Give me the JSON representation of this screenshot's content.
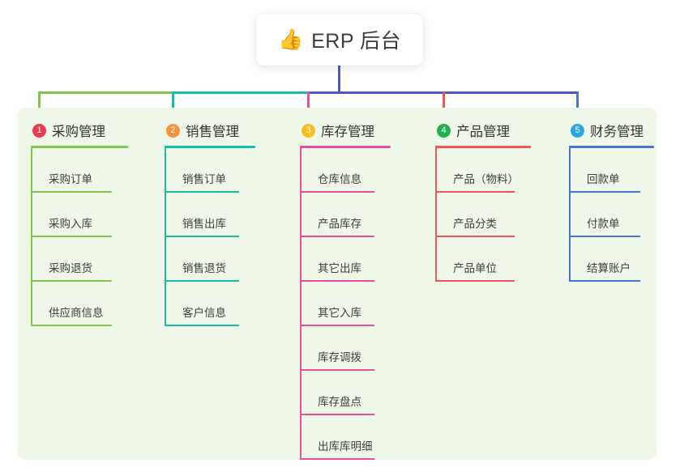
{
  "root": {
    "icon": "thumbs-up-icon",
    "icon_glyph": "👍",
    "title": "ERP 后台"
  },
  "theme": {
    "panel_background": "#eef7e8",
    "page_background": "#ffffff",
    "root_connector_color": "#4f55c4",
    "bus_left_color": "#82c34c",
    "bus_mid_color": "#15bfa5",
    "bus_right_color": "#4f55c4"
  },
  "columns": [
    {
      "index": "1",
      "title": "采购管理",
      "badge_color": "#ea3b51",
      "line_color": "#82c34c",
      "drop_color": "#82c34c",
      "items": [
        "采购订单",
        "采购入库",
        "采购退货",
        "供应商信息"
      ]
    },
    {
      "index": "2",
      "title": "销售管理",
      "badge_color": "#f5943c",
      "line_color": "#15bfa5",
      "drop_color": "#15bfa5",
      "items": [
        "销售订单",
        "销售出库",
        "销售退货",
        "客户信息"
      ]
    },
    {
      "index": "3",
      "title": "库存管理",
      "badge_color": "#fbbd1e",
      "line_color": "#ea4d9b",
      "drop_color": "#ea4d9b",
      "items": [
        "仓库信息",
        "产品库存",
        "其它出库",
        "其它入库",
        "库存调拨",
        "库存盘点",
        "出库库明细"
      ]
    },
    {
      "index": "4",
      "title": "产品管理",
      "badge_color": "#22b04e",
      "line_color": "#f2555a",
      "drop_color": "#f2555a",
      "items": [
        "产品（物料）",
        "产品分类",
        "产品单位"
      ]
    },
    {
      "index": "5",
      "title": "财务管理",
      "badge_color": "#29a8e0",
      "line_color": "#4a74d4",
      "drop_color": "#4a74d4",
      "items": [
        "回款单",
        "付款单",
        "结算账户"
      ]
    }
  ]
}
